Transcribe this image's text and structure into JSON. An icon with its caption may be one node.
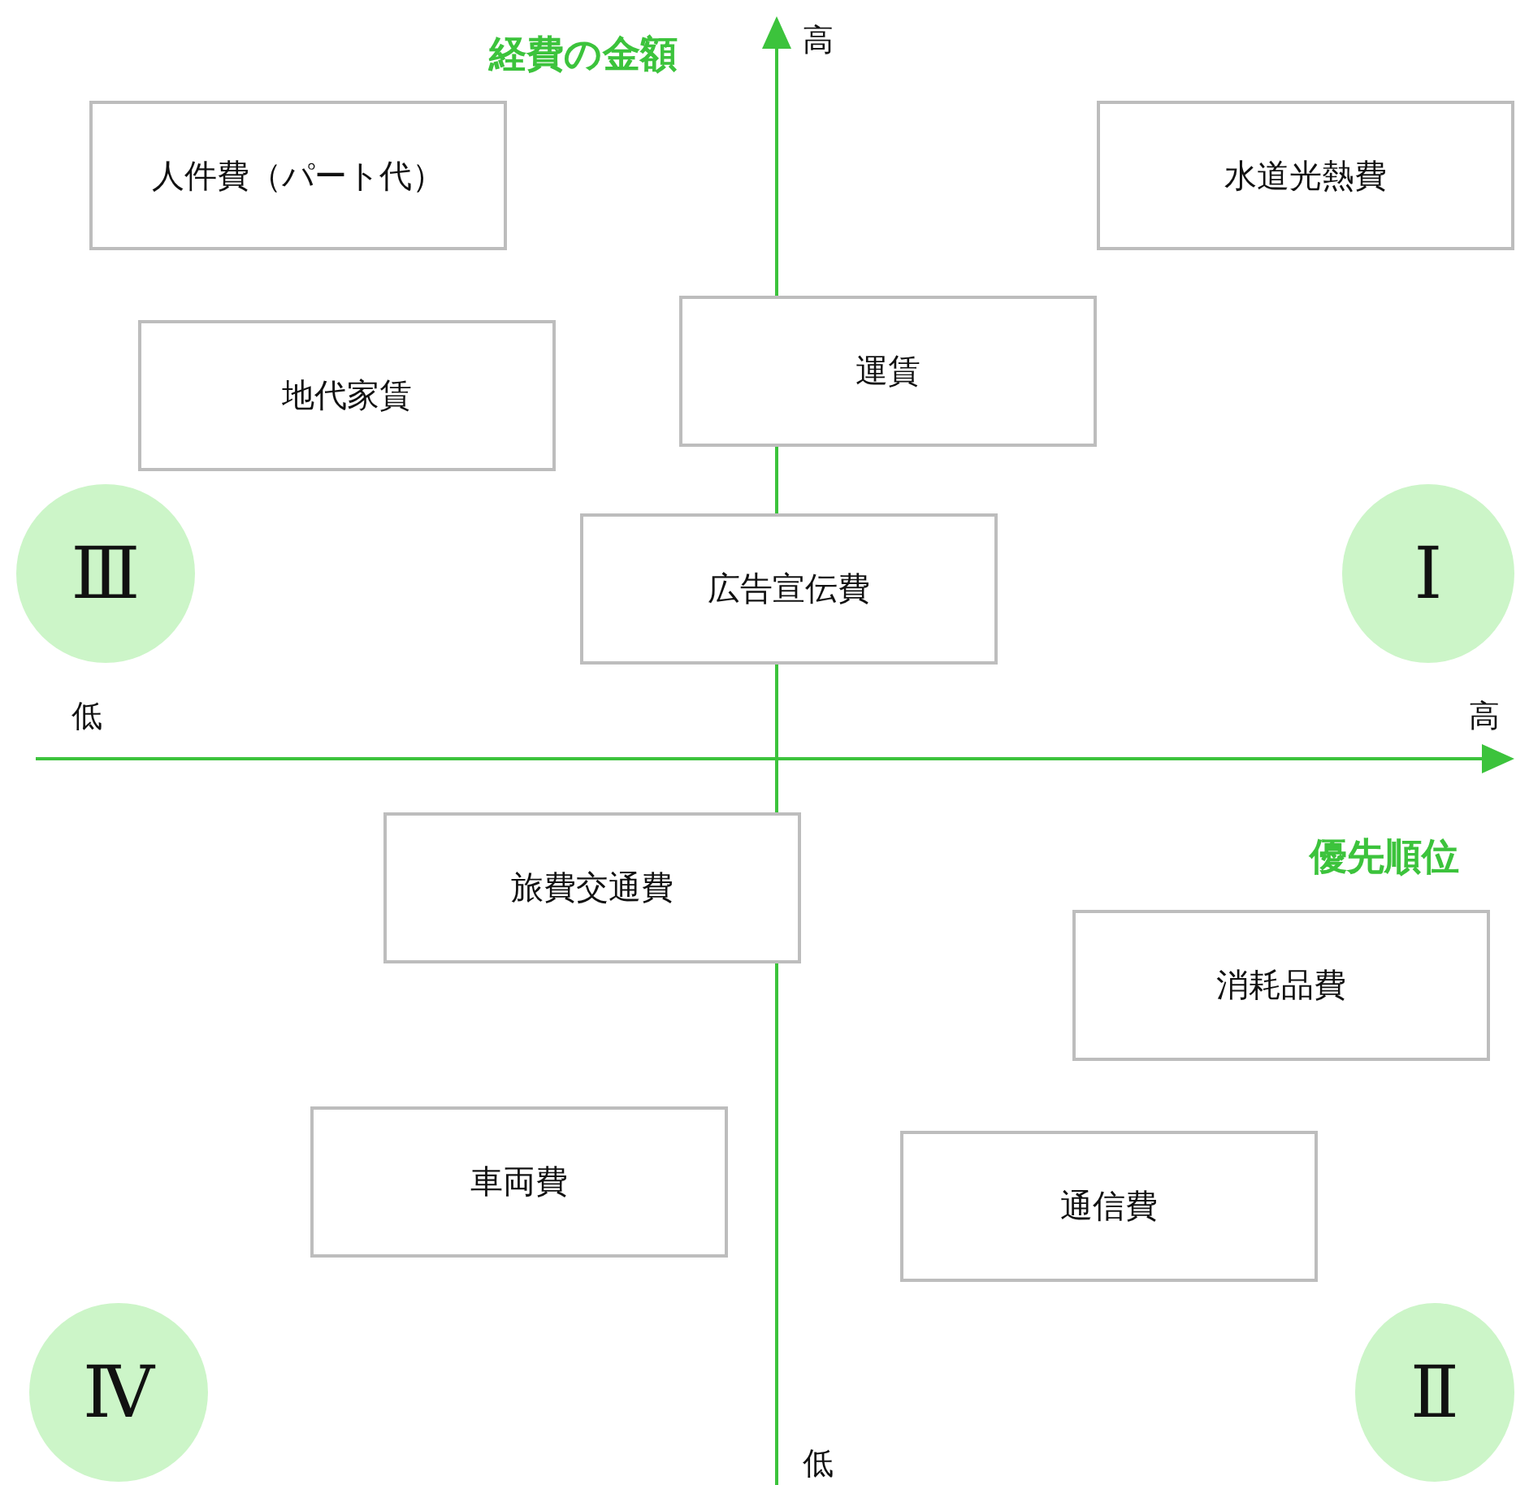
{
  "diagram": {
    "nodes": [
      {
        "text": [
          "人件費（パート代）"
        ]
      },
      {
        "text": [
          "水道光熱費"
        ]
      },
      {
        "text": [
          "地代家賃"
        ]
      },
      {
        "text": [
          "運賃"
        ]
      },
      {
        "text": [
          "広告宣伝費"
        ]
      },
      {
        "text": [
          "Ⅲ"
        ]
      },
      {
        "text": [
          "Ⅰ"
        ]
      },
      {
        "text": [
          "旅費交通費"
        ]
      },
      {
        "text": [
          "消耗品費"
        ]
      },
      {
        "text": [
          "車両費"
        ]
      },
      {
        "text": [
          "通信費"
        ]
      },
      {
        "text": [
          "Ⅳ"
        ]
      },
      {
        "text": [
          "Ⅱ"
        ]
      }
    ],
    "edges": [],
    "labels": [
      "経費の金額",
      "高",
      "低",
      "高",
      "優先順位",
      "低"
    ]
  }
}
